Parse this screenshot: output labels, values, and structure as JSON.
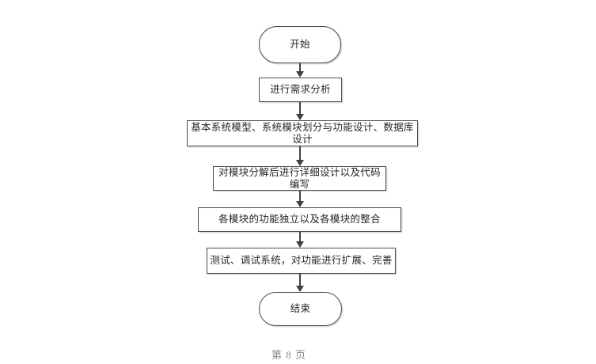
{
  "flowchart": {
    "start_label": "开始",
    "steps": [
      "进行需求分析",
      "基本系统模型、系统模块划分与功能设计、数据库设计",
      "对模块分解后进行详细设计以及代码编写",
      "各模块的功能独立以及各模块的整合",
      "测试、调试系统，对功能进行扩展、完善"
    ],
    "end_label": "结束"
  },
  "footer": {
    "page_label": "第 8 页"
  },
  "colors": {
    "shape_border": "#4c4c4c",
    "shape_text": "#262626",
    "arrow": "#404040",
    "footer_text": "#8a8a8a",
    "background": "#ffffff"
  }
}
